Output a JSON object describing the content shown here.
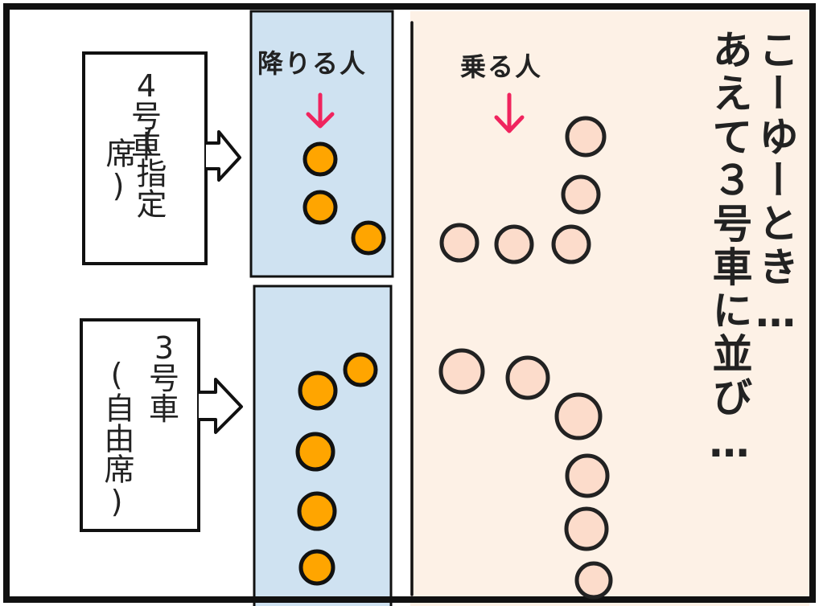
{
  "comic": {
    "columns": {
      "alighting_header": "降りる人",
      "boarding_header": "乗る人"
    },
    "cars": [
      {
        "number": "4",
        "line1": "4",
        "line2": "号",
        "line3": "車",
        "paren": "(指定席)",
        "type_chars": "指定席"
      },
      {
        "number": "3",
        "line1": "3",
        "line2": "号",
        "line3": "車",
        "paren": "(自由席)",
        "type_chars": "自由席"
      }
    ],
    "narration": {
      "col1": "こーゆーとき…",
      "col2": "あえて３号車に並び…"
    },
    "colors": {
      "alighting_fill": "#ffa500",
      "boarding_fill": "#fcdccb",
      "arrow": "#f0245e",
      "blue_zone": "#cfe2f1",
      "peach_zone": "#fdf1e6",
      "border": "#111111"
    }
  }
}
